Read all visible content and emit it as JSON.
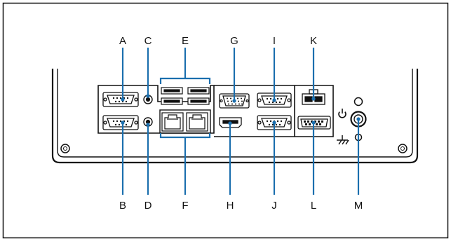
{
  "diagram": {
    "labels_top": [
      {
        "key": "A",
        "text": "A"
      },
      {
        "key": "C",
        "text": "C"
      },
      {
        "key": "E",
        "text": "E"
      },
      {
        "key": "G",
        "text": "G"
      },
      {
        "key": "I",
        "text": "I"
      },
      {
        "key": "K",
        "text": "K"
      }
    ],
    "labels_bottom": [
      {
        "key": "B",
        "text": "B"
      },
      {
        "key": "D",
        "text": "D"
      },
      {
        "key": "F",
        "text": "F"
      },
      {
        "key": "H",
        "text": "H"
      },
      {
        "key": "J",
        "text": "J"
      },
      {
        "key": "L",
        "text": "L"
      },
      {
        "key": "M",
        "text": "M"
      }
    ],
    "icons": {
      "power": "power-icon",
      "ground": "ground-icon"
    },
    "colors": {
      "callout": "#1b6fae",
      "outline": "#111111",
      "background": "#ffffff"
    }
  }
}
